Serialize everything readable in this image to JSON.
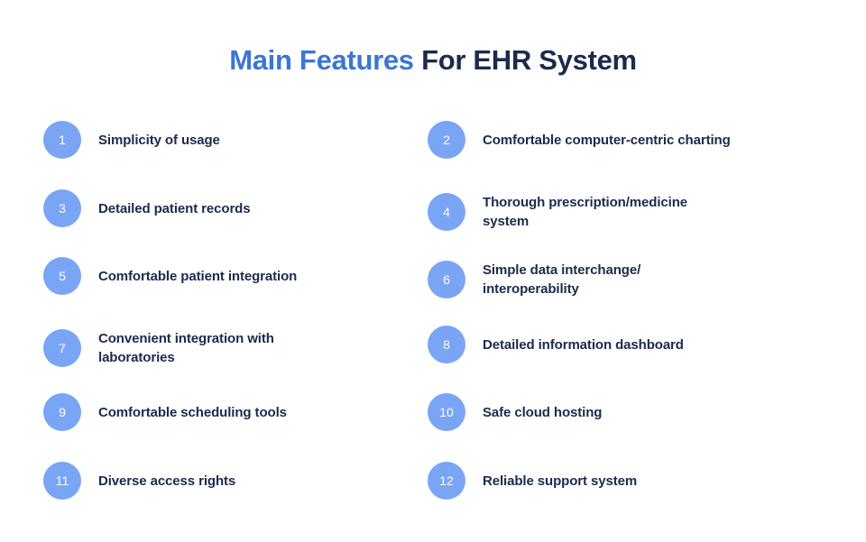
{
  "title": {
    "accent": "Main Features",
    "rest": " For EHR System",
    "accent_color": "#3b76d4",
    "rest_color": "#1b2b4d"
  },
  "theme": {
    "background": "#ffffff",
    "badge_color": "#7aa5f5",
    "badge_text_color": "#ffffff",
    "label_color": "#1b2b4d"
  },
  "features": [
    {
      "number": "1",
      "label": "Simplicity of usage",
      "lines": 1
    },
    {
      "number": "2",
      "label": "Comfortable computer-centric charting",
      "lines": 1
    },
    {
      "number": "3",
      "label": "Detailed patient records",
      "lines": 1
    },
    {
      "number": "4",
      "label": "Thorough prescription/medicine system",
      "lines": 2
    },
    {
      "number": "5",
      "label": "Comfortable patient integration",
      "lines": 1
    },
    {
      "number": "6",
      "label": "Simple data interchange/ interoperability",
      "lines": 2
    },
    {
      "number": "7",
      "label": "Convenient integration with laboratories",
      "lines": 2
    },
    {
      "number": "8",
      "label": "Detailed information dashboard",
      "lines": 1
    },
    {
      "number": "9",
      "label": "Comfortable scheduling tools",
      "lines": 1
    },
    {
      "number": "10",
      "label": "Safe cloud hosting",
      "lines": 1
    },
    {
      "number": "11",
      "label": "Diverse access rights",
      "lines": 1
    },
    {
      "number": "12",
      "label": "Reliable support system",
      "lines": 1
    }
  ]
}
